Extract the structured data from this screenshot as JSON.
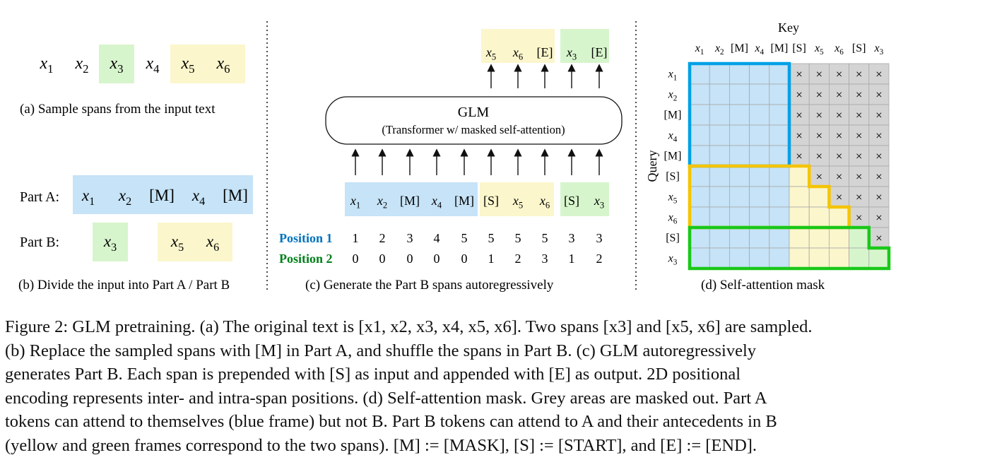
{
  "colors": {
    "part_a": "#c6e3f7",
    "part_b_span1": "#d7f5cc",
    "part_b_span2": "#fbf6cc",
    "masked": "#d4d4d4",
    "frame_blue": "#00a0e6",
    "frame_yellow": "#f5c400",
    "frame_green": "#19c819",
    "position1_label": "#0072bd",
    "position2_label": "#00801a"
  },
  "panel_a": {
    "tokens": [
      "x1",
      "x2",
      "x3",
      "x4",
      "x5",
      "x6"
    ],
    "caption": "(a)  Sample spans from the input text"
  },
  "panel_b": {
    "part_a_label": "Part A:",
    "part_a_tokens": [
      "x1",
      "x2",
      "[M]",
      "x4",
      "[M]"
    ],
    "part_b_label": "Part B:",
    "part_b_span1": [
      "x3"
    ],
    "part_b_span2": [
      "x5",
      "x6"
    ],
    "caption": "(b)  Divide the input into Part A / Part B"
  },
  "panel_c": {
    "model_name": "GLM",
    "model_desc": "(Transformer w/ masked self-attention)",
    "outputs": [
      "x5",
      "x6",
      "[E]",
      "x3",
      "[E]"
    ],
    "inputs": [
      "x1",
      "x2",
      "[M]",
      "x4",
      "[M]",
      "[S]",
      "x5",
      "x6",
      "[S]",
      "x3"
    ],
    "position1_label": "Position 1",
    "position2_label": "Position 2",
    "position1": [
      1,
      2,
      3,
      4,
      5,
      5,
      5,
      5,
      3,
      3
    ],
    "position2": [
      0,
      0,
      0,
      0,
      0,
      1,
      2,
      3,
      1,
      2
    ],
    "caption": "(c)  Generate the Part B spans autoregressively"
  },
  "panel_d": {
    "key_label": "Key",
    "query_label": "Query",
    "tokens": [
      "x1",
      "x2",
      "[M]",
      "x4",
      "[M]",
      "[S]",
      "x5",
      "x6",
      "[S]",
      "x3"
    ],
    "masked_symbol": "×",
    "mask_matrix": [
      [
        1,
        1,
        1,
        1,
        1,
        0,
        0,
        0,
        0,
        0
      ],
      [
        1,
        1,
        1,
        1,
        1,
        0,
        0,
        0,
        0,
        0
      ],
      [
        1,
        1,
        1,
        1,
        1,
        0,
        0,
        0,
        0,
        0
      ],
      [
        1,
        1,
        1,
        1,
        1,
        0,
        0,
        0,
        0,
        0
      ],
      [
        1,
        1,
        1,
        1,
        1,
        0,
        0,
        0,
        0,
        0
      ],
      [
        1,
        1,
        1,
        1,
        1,
        1,
        0,
        0,
        0,
        0
      ],
      [
        1,
        1,
        1,
        1,
        1,
        1,
        1,
        0,
        0,
        0
      ],
      [
        1,
        1,
        1,
        1,
        1,
        1,
        1,
        1,
        0,
        0
      ],
      [
        1,
        1,
        1,
        1,
        1,
        1,
        1,
        1,
        1,
        0
      ],
      [
        1,
        1,
        1,
        1,
        1,
        1,
        1,
        1,
        1,
        1
      ]
    ],
    "caption": "(d)  Self-attention mask"
  },
  "caption": {
    "lines": [
      "Figure 2: GLM pretraining. (a) The original text is [x1, x2, x3, x4, x5, x6]. Two spans [x3] and [x5, x6] are sampled.",
      "(b) Replace the sampled spans with [M] in Part A, and shuffle the spans in Part B. (c) GLM autoregressively",
      "generates Part B. Each span is prepended with [S] as input and appended with [E] as output.  2D positional",
      "encoding represents inter- and intra-span positions. (d) Self-attention mask. Grey areas are masked out. Part A",
      "tokens can attend to themselves (blue frame) but not B. Part B tokens can attend to A and their antecedents in B",
      "(yellow and green frames correspond to the two spans). [M] := [MASK], [S] := [START], and [E] := [END]."
    ]
  }
}
